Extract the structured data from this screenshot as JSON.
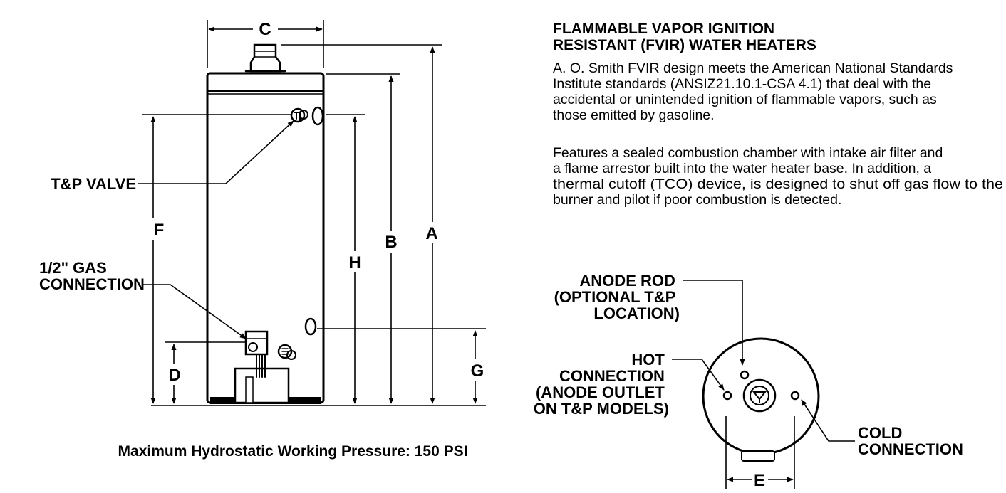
{
  "dimensions": {
    "a": "A",
    "b": "B",
    "c": "C",
    "d": "D",
    "e": "E",
    "f": "F",
    "g": "G",
    "h": "H"
  },
  "callouts": {
    "tp_valve": "T&P VALVE",
    "gas_connection": [
      "1/2\" GAS",
      "CONNECTION"
    ],
    "anode_rod": [
      "ANODE ROD",
      "(OPTIONAL T&P",
      "LOCATION)"
    ],
    "hot_connection": [
      "HOT",
      "CONNECTION",
      "(ANODE OUTLET",
      "ON T&P MODELS)"
    ],
    "cold_connection": [
      "COLD",
      "CONNECTION"
    ]
  },
  "caption": "Maximum Hydrostatic Working Pressure: 150 PSI",
  "info": {
    "heading": [
      "FLAMMABLE VAPOR IGNITION",
      "RESISTANT (FVIR) WATER HEATERS"
    ],
    "paragraph1": [
      "A. O. Smith FVIR design meets the American National Standards",
      "Institute standards (ANSIZ21.10.1-CSA 4.1) that deal with the",
      "accidental or unintended ignition of flammable vapors, such as",
      "those emitted by gasoline."
    ],
    "paragraph2": [
      "Features a sealed combustion chamber with intake air filter and",
      "a flame arrestor built into the water heater base. In addition, a",
      "thermal cutoff (TCO) device, is designed to shut off gas flow to the",
      "burner and pilot if poor combustion is detected."
    ]
  }
}
